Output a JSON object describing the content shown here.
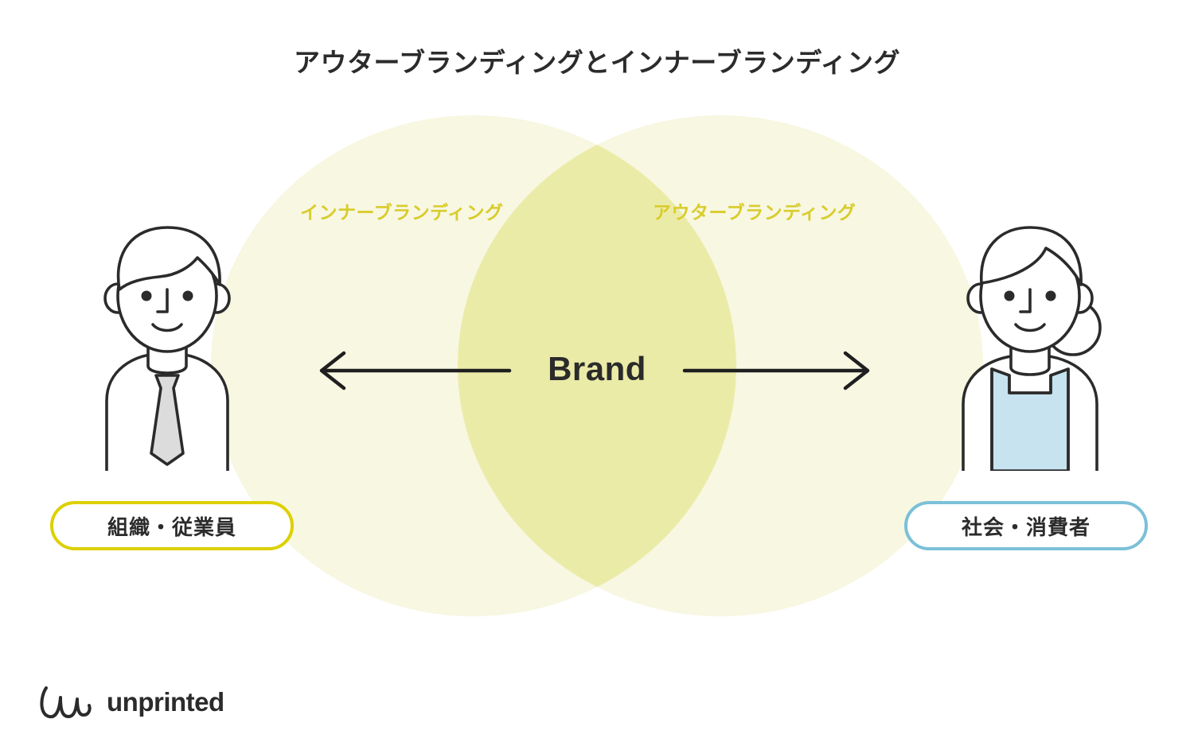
{
  "page": {
    "title": "アウターブランディングとインナーブランディング",
    "background_color": "#ffffff"
  },
  "venn": {
    "left_circle": {
      "label": "インナーブランディング",
      "fill_color": "#f7f7e2",
      "label_color": "#d9cc2a"
    },
    "right_circle": {
      "label": "アウターブランディング",
      "fill_color": "#f7f7e2",
      "label_color": "#d9cc2a"
    },
    "overlap": {
      "label": "Brand",
      "fill_color": "#ebeba8",
      "label_color": "#2b2b2b"
    },
    "arrow_left": {
      "name": "arrow-pointing-left",
      "color": "#1f1f1f"
    },
    "arrow_right": {
      "name": "arrow-pointing-right",
      "color": "#1f1f1f"
    }
  },
  "people": {
    "left": {
      "name": "businessman-illustration",
      "tie_color": "#dcdcdc",
      "outline_color": "#2b2b2b"
    },
    "right": {
      "name": "woman-apron-illustration",
      "apron_color": "#c6e3ef",
      "outline_color": "#2b2b2b"
    }
  },
  "pills": {
    "left": {
      "label": "組織・従業員",
      "border_color": "#ddd000",
      "text_color": "#2b2b2b"
    },
    "right": {
      "label": "社会・消費者",
      "border_color": "#7bc0d8",
      "text_color": "#2b2b2b"
    }
  },
  "footer": {
    "logo_mark": "unprinted-cursive-mark",
    "logo_text": "unprinted",
    "logo_color": "#2b2b2b"
  }
}
